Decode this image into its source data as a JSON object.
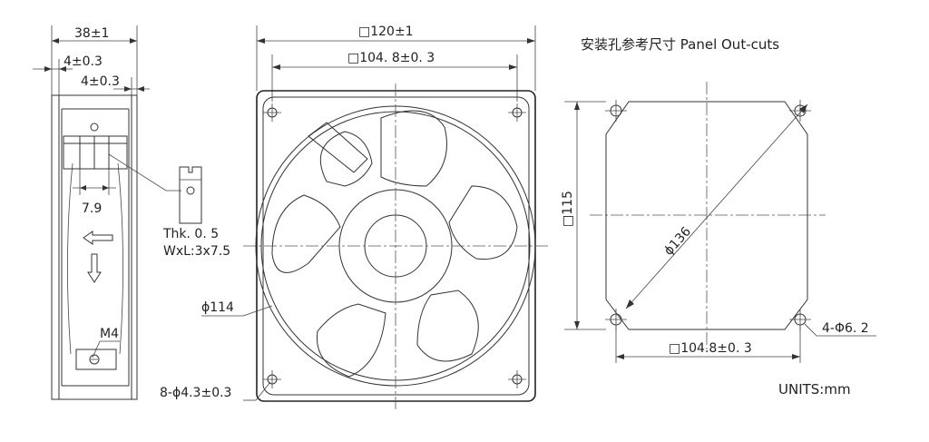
{
  "side_view": {
    "depth_dim": "38±1",
    "flange_left_dim": "4±0.3",
    "flange_right_dim": "4±0.3",
    "terminal_dim": "7.9",
    "screw_label": "M4"
  },
  "terminal_detail": {
    "thickness": "Thk. 0. 5",
    "size": "WxL:3x7.5"
  },
  "front_view": {
    "frame_size": "□120±1",
    "hole_spacing": "□104. 8±0. 3",
    "diameter_label": "ϕ114",
    "mounting_holes": "8-ϕ4.3±0.3"
  },
  "panel_cutout": {
    "title": "安装孔参考尺寸 Panel Out-cuts",
    "size_label": "□115",
    "diagonal_label": "ϕ136",
    "hole_spacing": "□104.8±0. 3",
    "holes_label": "4-Φ6. 2"
  },
  "units": "UNITS:mm"
}
